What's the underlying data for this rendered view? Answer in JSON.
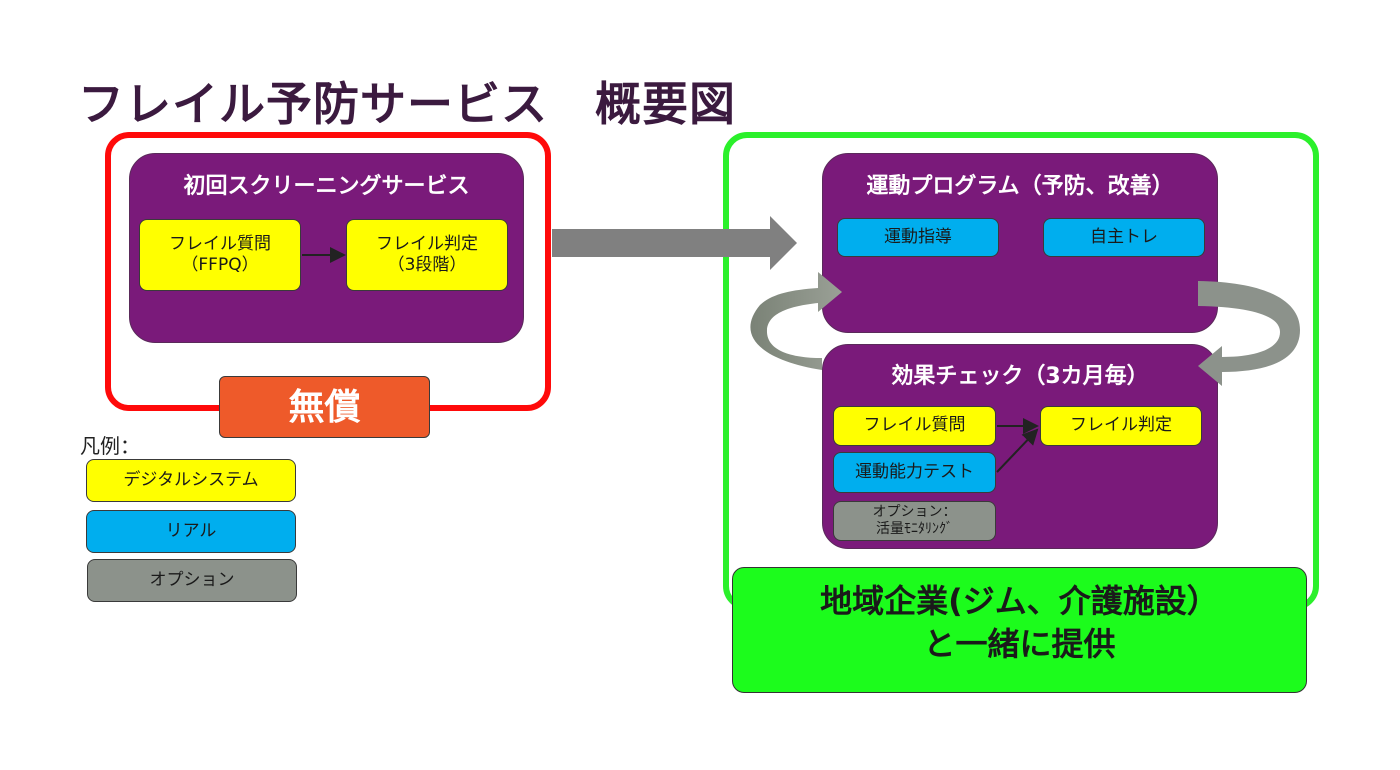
{
  "title": "フレイル予防サービス　概要図",
  "left": {
    "panel_title": "初回スクリーニングサービス",
    "box_question": "フレイル質問\n（FFPQ）",
    "box_judge": "フレイル判定\n（3段階）",
    "free_label": "無償"
  },
  "right": {
    "program": {
      "title": "運動プログラム（予防、改善）",
      "item_guidance": "運動指導",
      "item_self": "自主トレ"
    },
    "check": {
      "title": "効果チェック（3カ月毎）",
      "item_question": "フレイル質問",
      "item_motor": "運動能力テスト",
      "item_option": "オプション：\n活量ﾓﾆﾀﾘﾝｸﾞ",
      "item_judge": "フレイル判定"
    },
    "caption": "地域企業(ジム、介護施設）\nと一緒に提供"
  },
  "legend": {
    "title": "凡例：",
    "items": [
      "デジタルシステム",
      "リアル",
      "オプション"
    ]
  },
  "colors": {
    "red_border": "#ff0a0a",
    "green_border": "#2bf02b",
    "panel": "#7a1a7a",
    "digital": "#ffff00",
    "real": "#00aeee",
    "option": "#8c928b",
    "free": "#ee5a2a",
    "caption_bg": "#1cfc1c"
  }
}
